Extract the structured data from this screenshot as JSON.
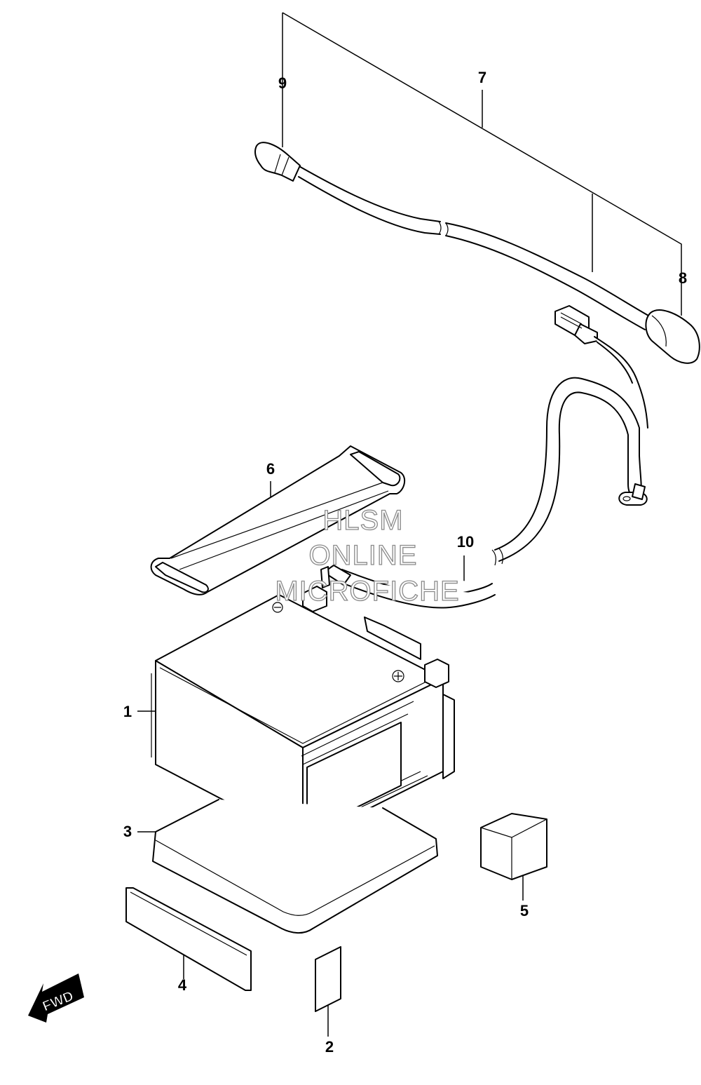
{
  "watermark": {
    "line1": "HLSM",
    "line2": "ONLINE",
    "line3": "MICROFICHE"
  },
  "fwd_label": "FWD",
  "callouts": [
    {
      "id": "1",
      "label": "1"
    },
    {
      "id": "2",
      "label": "2"
    },
    {
      "id": "3",
      "label": "3"
    },
    {
      "id": "4",
      "label": "4"
    },
    {
      "id": "5",
      "label": "5"
    },
    {
      "id": "6",
      "label": "6"
    },
    {
      "id": "7",
      "label": "7"
    },
    {
      "id": "8",
      "label": "8"
    },
    {
      "id": "9",
      "label": "9"
    },
    {
      "id": "10",
      "label": "10"
    }
  ]
}
